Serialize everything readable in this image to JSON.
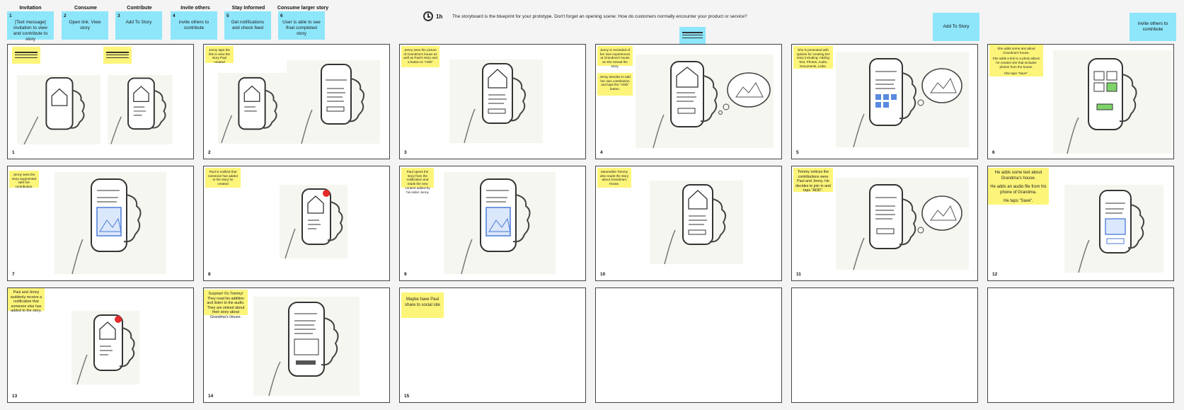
{
  "header_steps": [
    {
      "title": "Invitation",
      "num": "1",
      "text": "[Text message] invitation to view and contribute to story"
    },
    {
      "title": "Consume",
      "num": "2",
      "text": "Open link. View story"
    },
    {
      "title": "Contribute",
      "num": "3",
      "text": "Add To Story"
    },
    {
      "title": "Invite others",
      "num": "4",
      "text": "invite others to contribute"
    },
    {
      "title": "Stay  Informed",
      "num": "5",
      "text": "Get notifications and check feed"
    },
    {
      "title": "Consume larger story",
      "num": "6",
      "text": "User is able to see final completed story"
    }
  ],
  "timer": "1h",
  "instruction": "The storyboard is the blueprint for your prototype. Don't forget an opening scene: How do customers normally encounter your product or service?",
  "side_cards": [
    "Add To Story",
    "invite others to contribute"
  ],
  "frames": [
    {
      "num": "1",
      "notes": []
    },
    {
      "num": "2",
      "notes": [
        "Jenny taps the link to view the story Paul created"
      ]
    },
    {
      "num": "3",
      "notes": [
        "Jenny sees the picture of Grandma's house as well as Paul's story and a button to \"ADD\""
      ]
    },
    {
      "num": "4",
      "notes": [
        "Jenny is reminded of her own experiences at Grandma's house as she reread the story.",
        "Jenny decides to add her own contribution and taps the \"ADD\" button."
      ]
    },
    {
      "num": "5",
      "notes": [
        "She is presented with options for creating her story including: Adding Text, Photos, Audio, Documents, Links."
      ]
    },
    {
      "num": "6",
      "notes": [
        "She adds some text about Grandma's house.",
        "She adds a link to a photo album he creates she that includes photos from the house.",
        "She taps \"Save\"."
      ]
    },
    {
      "num": "7",
      "notes": [
        "Jenny sees the story augmented with her contribution."
      ]
    },
    {
      "num": "8",
      "notes": [
        "Paul is notified that someone has added to the story he created"
      ]
    },
    {
      "num": "9",
      "notes": [
        "Paul opens the story from the notification and reads the new content added by his sister Jenny"
      ]
    },
    {
      "num": "10",
      "notes": [
        "Meanwhile Tommy also reads the story about Grandma's House."
      ]
    },
    {
      "num": "11",
      "notes": [
        "Tommy notices the contributions were Paul and Jenny. He decides to join in and taps \"ADD\"."
      ]
    },
    {
      "num": "12",
      "notes": [
        "He adds some text about Grandma's house.",
        "He adds an audio file from his phone of Grandma.",
        "He taps \"Save\"."
      ]
    },
    {
      "num": "13",
      "notes": [
        "Paul and Jenny suddenly receive a notification that someone else has added to the story."
      ]
    },
    {
      "num": "14",
      "notes": [
        "Surprise! It's Tommy! They read his addition and listen to the audio. They are stoked about their story about Grandma's House."
      ]
    },
    {
      "num": "15",
      "notes": [
        "Maybe have Paul share to social site"
      ]
    },
    {
      "num": "",
      "notes": []
    },
    {
      "num": "",
      "notes": []
    },
    {
      "num": "",
      "notes": []
    }
  ]
}
